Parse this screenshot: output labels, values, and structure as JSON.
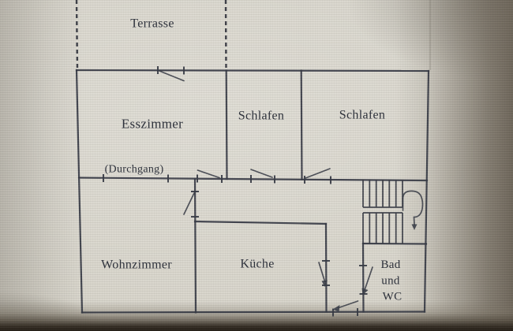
{
  "floor_plan": {
    "labels": {
      "terrasse": "Terrasse",
      "esszimmer": "Esszimmer",
      "schlafen_left": "Schlafen",
      "schlafen_right": "Schlafen",
      "durchgang": "(Durchgang)",
      "wohnzimmer": "Wohnzimmer",
      "kueche": "Küche",
      "bad_line1": "Bad",
      "bad_line2": "und",
      "bad_line3": "WC"
    },
    "colors": {
      "ink": "#363a44",
      "paper": "#d8d5cb",
      "photo_edge": "#241e16"
    }
  }
}
